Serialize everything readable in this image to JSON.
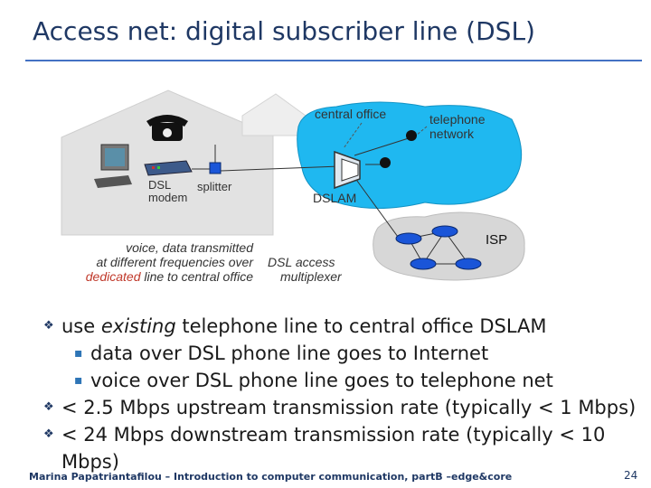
{
  "slide": {
    "title": "Access net: digital subscriber line (DSL)",
    "footer": "Marina Papatriantafilou – Introduction to computer communication, partB –edge&core",
    "page_number": "24"
  },
  "diagram": {
    "central_office_label": "central office",
    "telephone_network_label": "telephone network",
    "dsl_modem_label": "DSL modem",
    "splitter_label": "splitter",
    "dslam_label": "DSLAM",
    "isp_label": "ISP",
    "voice_caption_line1": "voice, data transmitted",
    "voice_caption_line2": "at different frequencies over",
    "voice_caption_line3_highlight": "dedicated",
    "voice_caption_line3_rest": " line to central office",
    "dslam_caption_line1": "DSL access",
    "dslam_caption_line2": "multiplexer",
    "colors": {
      "cloud": "#1fb8f0",
      "title": "#1f3864",
      "rule": "#4472c4",
      "highlight": "#c0392b"
    }
  },
  "bullets": {
    "b1_prefix": "use ",
    "b1_emph": "existing",
    "b1_rest": " telephone line to central office DSLAM",
    "b1_sub1": "data over DSL phone line goes to Internet",
    "b1_sub2": "voice over DSL phone line goes to telephone net",
    "b2": "< 2.5 Mbps upstream transmission rate (typically < 1 Mbps)",
    "b3": "< 24 Mbps downstream transmission rate (typically < 10 Mbps)"
  }
}
